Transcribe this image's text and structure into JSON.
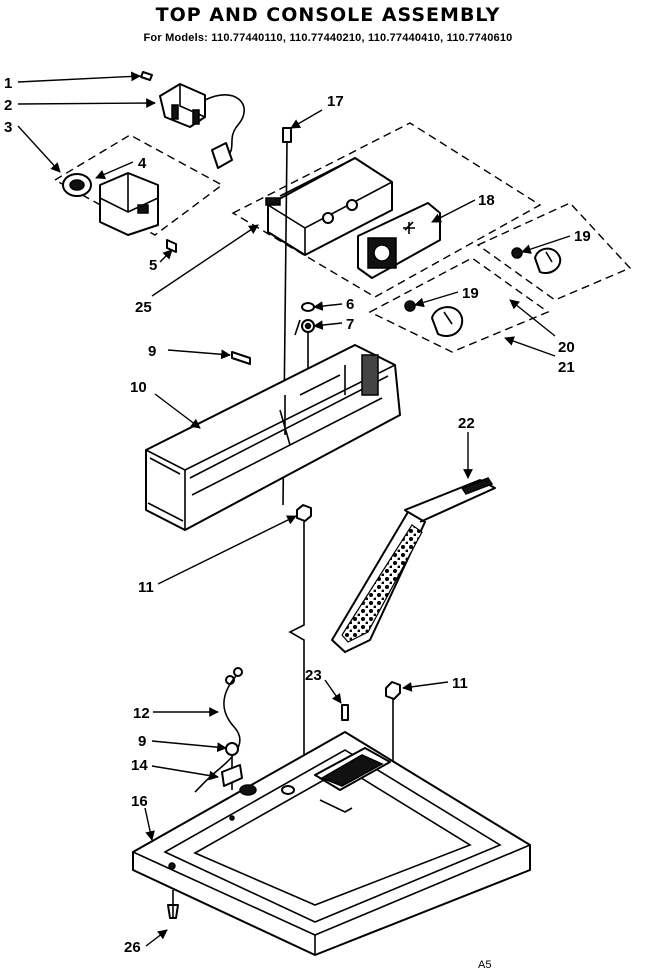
{
  "header": {
    "title": "TOP AND CONSOLE ASSEMBLY",
    "models": "For Models: 110.77440110, 110.77440210, 110.77440410, 110.7740610"
  },
  "callouts": {
    "c1": "1",
    "c2": "2",
    "c3": "3",
    "c4": "4",
    "c5": "5",
    "c6": "6",
    "c7": "7",
    "c9a": "9",
    "c9b": "9",
    "c10": "10",
    "c11a": "11",
    "c11b": "11",
    "c12": "12",
    "c14": "14",
    "c16": "16",
    "c17": "17",
    "c18": "18",
    "c19a": "19",
    "c19b": "19",
    "c20": "20",
    "c21": "21",
    "c22": "22",
    "c23": "23",
    "c25": "25",
    "c26": "26"
  },
  "footer": {
    "code": "A5"
  }
}
